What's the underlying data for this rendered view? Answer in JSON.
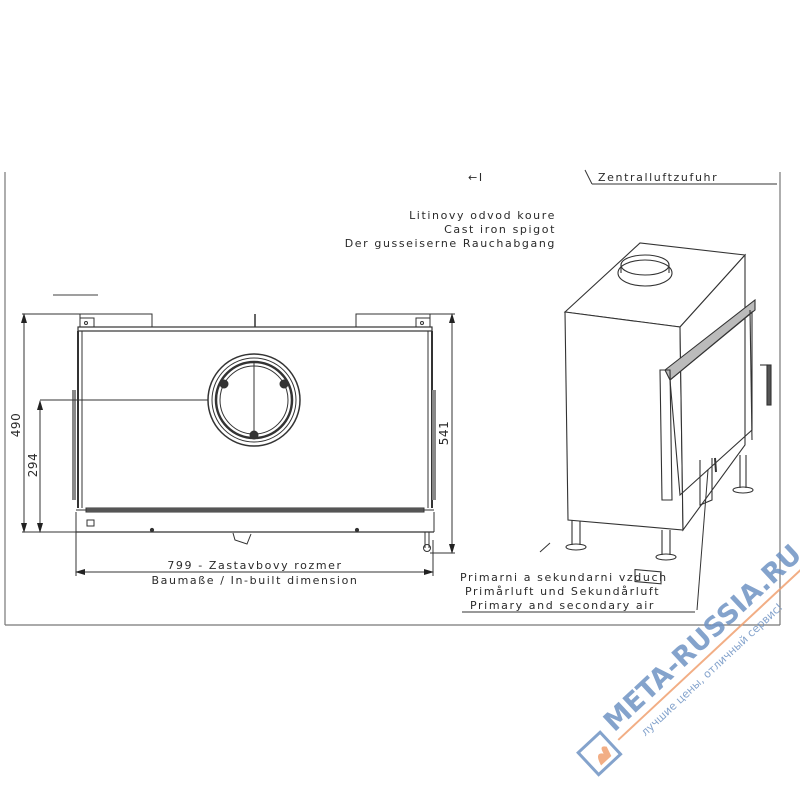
{
  "drawing": {
    "labels": {
      "arrow_marker": "←I",
      "central_air": "Zentralluftzufuhr",
      "spigot_cz": "Litinovy odvod koure",
      "spigot_en": "Cast iron spigot",
      "spigot_de": "Der gusseiserne Rauchabgang",
      "width_cz": "799 - Zastavbovy rozmer",
      "width_de_en": "Baumaße / In-built dimension",
      "air_cz": "Primarni a sekundarni vzduch",
      "air_de": "Primårluft und Sekundårluft",
      "air_en": "Primary and secondary air"
    },
    "dimensions": {
      "overall_height": "490",
      "spigot_height": "294",
      "total_height": "541",
      "build_width": "799"
    }
  },
  "watermark": {
    "brand": "META-RUSSIA.RU",
    "slogan": "лучшие цены, отличный сервис!",
    "colors": {
      "blue": "#6f93c4",
      "orange": "#f0a070"
    }
  }
}
